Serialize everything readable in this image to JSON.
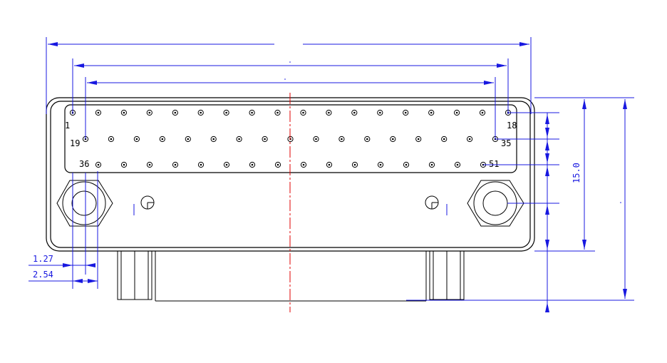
{
  "drawing": {
    "pin_labels": {
      "pin_1": "1",
      "pin_18": "18",
      "pin_19": "19",
      "pin_35": "35",
      "pin_36": "36",
      "pin_51": "51"
    },
    "dimensions": {
      "half_pitch": "1.27",
      "pitch": "2.54",
      "height": "15.0"
    },
    "colors": {
      "outline": "#000000",
      "dimension": "#1818e0",
      "centerline": "#e00000"
    }
  }
}
